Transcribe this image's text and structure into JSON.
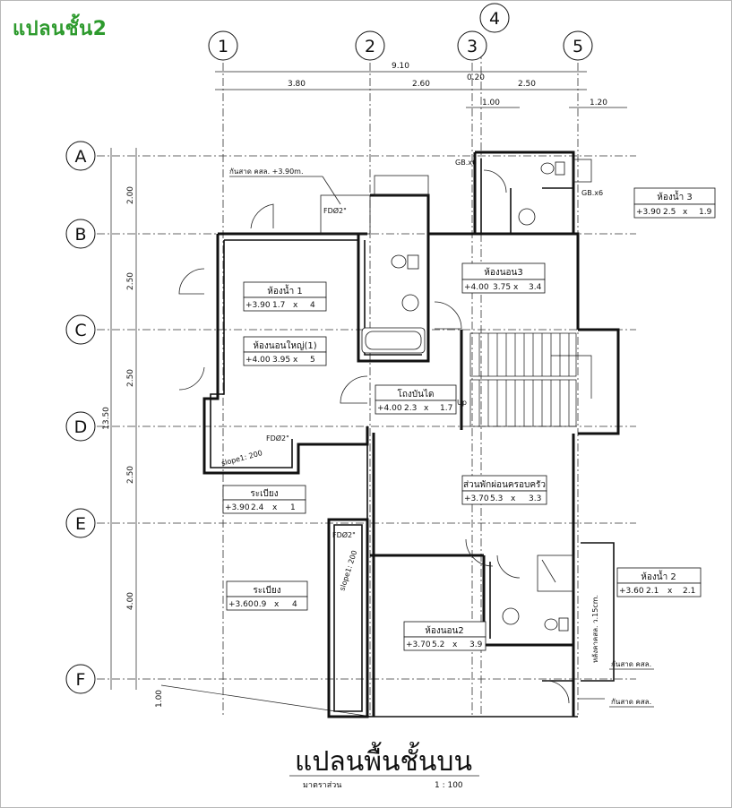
{
  "corner_title": "แปลนชั้น2",
  "drawing": {
    "title": "แปลนพื้นชั้นบน",
    "scale_label": "มาตราส่วน",
    "scale_value": "1 : 100"
  },
  "grid": {
    "columns": [
      "1",
      "2",
      "3",
      "4",
      "5"
    ],
    "rows": [
      "A",
      "B",
      "C",
      "D",
      "E",
      "F"
    ]
  },
  "dimensions": {
    "top_total": "9.10",
    "top": [
      "3.80",
      "2.60",
      "0.20",
      "2.50"
    ],
    "top_sub_left": "1.00",
    "top_sub_right": "1.20",
    "left_total": "13.50",
    "left": [
      "2.00",
      "2.50",
      "2.50",
      "2.50",
      "4.00",
      "1.00"
    ]
  },
  "rooms": [
    {
      "name": "ห้องน้ำ 3",
      "level": "+3.90",
      "w": "2.5",
      "x": "x",
      "d": "1.9"
    },
    {
      "name": "ห้องนอน3",
      "level": "+4.00",
      "w": "3.75",
      "x": "x",
      "d": "3.4"
    },
    {
      "name": "ห้องน้ำ 1",
      "level": "+3.90",
      "w": "1.7",
      "x": "x",
      "d": "4"
    },
    {
      "name": "ห้องนอนใหญ่(1)",
      "level": "+4.00",
      "w": "3.95",
      "x": "x",
      "d": "5"
    },
    {
      "name": "โถงบันได",
      "level": "+4.00",
      "w": "2.3",
      "x": "x",
      "d": "1.7"
    },
    {
      "name": "ระเบียง",
      "level": "+3.90",
      "w": "2.4",
      "x": "x",
      "d": "1"
    },
    {
      "name": "ส่วนพักผ่อนครอบครัว",
      "level": "+3.70",
      "w": "5.3",
      "x": "x",
      "d": "3.3"
    },
    {
      "name": "ระเบียง",
      "level": "+3.60",
      "w": "0.9",
      "x": "x",
      "d": "4"
    },
    {
      "name": "ห้องน้ำ 2",
      "level": "+3.60",
      "w": "2.1",
      "x": "x",
      "d": "2.1"
    },
    {
      "name": "ห้องนอน2",
      "level": "+3.70",
      "w": "5.2",
      "x": "x",
      "d": "3.9"
    }
  ],
  "notes": {
    "parapet_top": "กันสาด คสล. +3.90m.",
    "gb1": "GB.x6",
    "gb2": "GB.x6",
    "fd1": "FDØ2\"",
    "fd2": "FDØ2\"",
    "fd3": "FDØ2\"",
    "slope1": "slope1: 200",
    "slope2": "slope1: 200",
    "up": "Up",
    "roof_eave": "หลังคาคสล. ว.15cm.",
    "parapet_1": "กันสาด คสล.",
    "parapet_2": "กันสาด คสล."
  }
}
